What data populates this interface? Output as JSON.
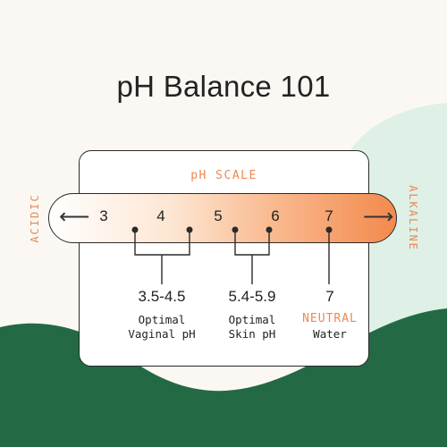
{
  "title": "pH Balance 101",
  "scale_label": "pH SCALE",
  "side_labels": {
    "left": "ACIDIC",
    "right": "ALKALINE"
  },
  "ticks": [
    "3",
    "4",
    "5",
    "6",
    "7"
  ],
  "annotations": [
    {
      "range": "3.5-4.5",
      "line1": "Optimal",
      "line2": "Vaginal pH"
    },
    {
      "range": "5.4-5.9",
      "line1": "Optimal",
      "line2": "Skin pH"
    },
    {
      "range": "7",
      "line1": "NEUTRAL",
      "line2": "Water"
    }
  ],
  "colors": {
    "background": "#fbf8f3",
    "mint": "#dff0e6",
    "green": "#236a44",
    "accent": "#e98a52",
    "ink": "#2a2a2a"
  }
}
